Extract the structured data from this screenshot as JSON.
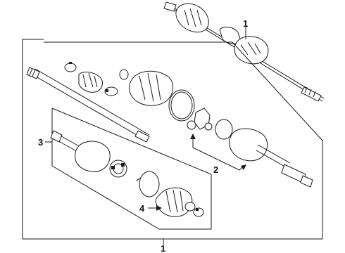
{
  "diagram": {
    "callouts": [
      {
        "id": "c1-top",
        "label": "1"
      },
      {
        "id": "c1-bottom",
        "label": "1"
      },
      {
        "id": "c2",
        "label": "2"
      },
      {
        "id": "c3",
        "label": "3"
      },
      {
        "id": "c4",
        "label": "4"
      }
    ],
    "colors": {
      "line": "#1a1a1a",
      "background": "#ffffff"
    }
  }
}
